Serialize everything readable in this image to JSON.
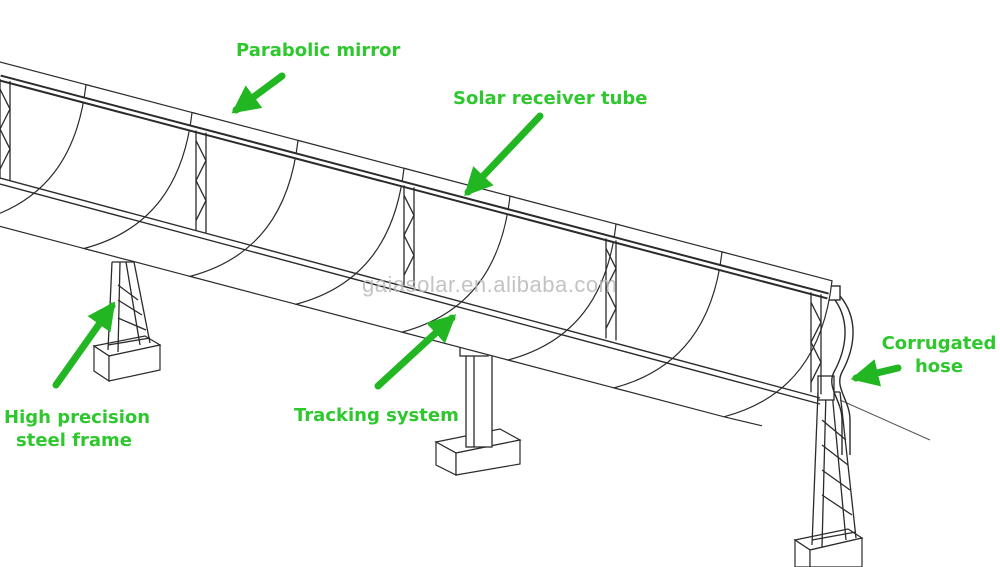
{
  "colors": {
    "label": "#2ec82e",
    "arrow": "#22b722",
    "line": "#2b2b2b",
    "mirror": "#ffffff",
    "watermark": "#b9b9b9"
  },
  "labels": {
    "parabolic_mirror": "Parabolic mirror",
    "solar_receiver_tube": "Solar receiver tube",
    "tracking_system": "Tracking system",
    "high_precision_line1": "High precision",
    "high_precision_line2": "steel frame",
    "corrugated_line1": "Corrugated",
    "corrugated_line2": "hose"
  },
  "watermark": "gaiasolar.en.alibaba.com"
}
